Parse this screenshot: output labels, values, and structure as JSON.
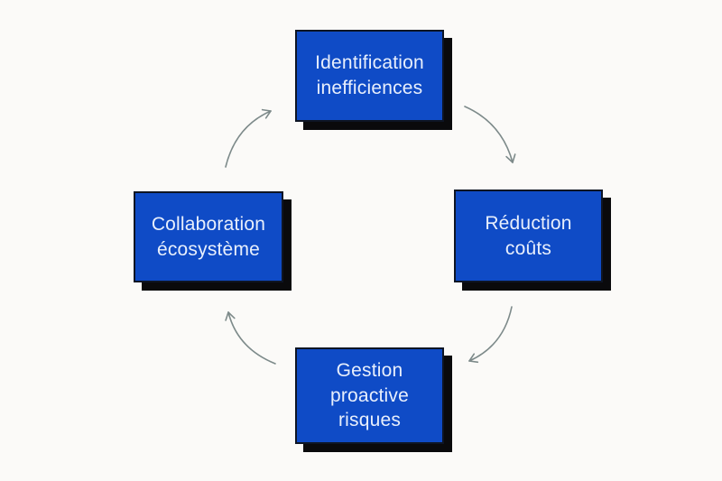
{
  "diagram": {
    "type": "cycle",
    "direction": "clockwise",
    "nodes": [
      {
        "id": "identification",
        "position": "top",
        "label": "Identification\ninefficiences"
      },
      {
        "id": "reduction",
        "position": "right",
        "label": "Réduction\ncoûts"
      },
      {
        "id": "gestion",
        "position": "bottom",
        "label": "Gestion\nproactive\nrisques"
      },
      {
        "id": "collaboration",
        "position": "left",
        "label": "Collaboration\nécosystème"
      }
    ],
    "edges": [
      {
        "from": "identification",
        "to": "reduction"
      },
      {
        "from": "reduction",
        "to": "gestion"
      },
      {
        "from": "gestion",
        "to": "collaboration"
      },
      {
        "from": "collaboration",
        "to": "identification"
      }
    ]
  },
  "colors": {
    "background": "#fbfaf8",
    "box_fill": "#0f4bc6",
    "box_border": "#0e1524",
    "box_text": "#e8effc",
    "shadow": "#0a0a0c",
    "arrow": "#7d8a8a"
  }
}
